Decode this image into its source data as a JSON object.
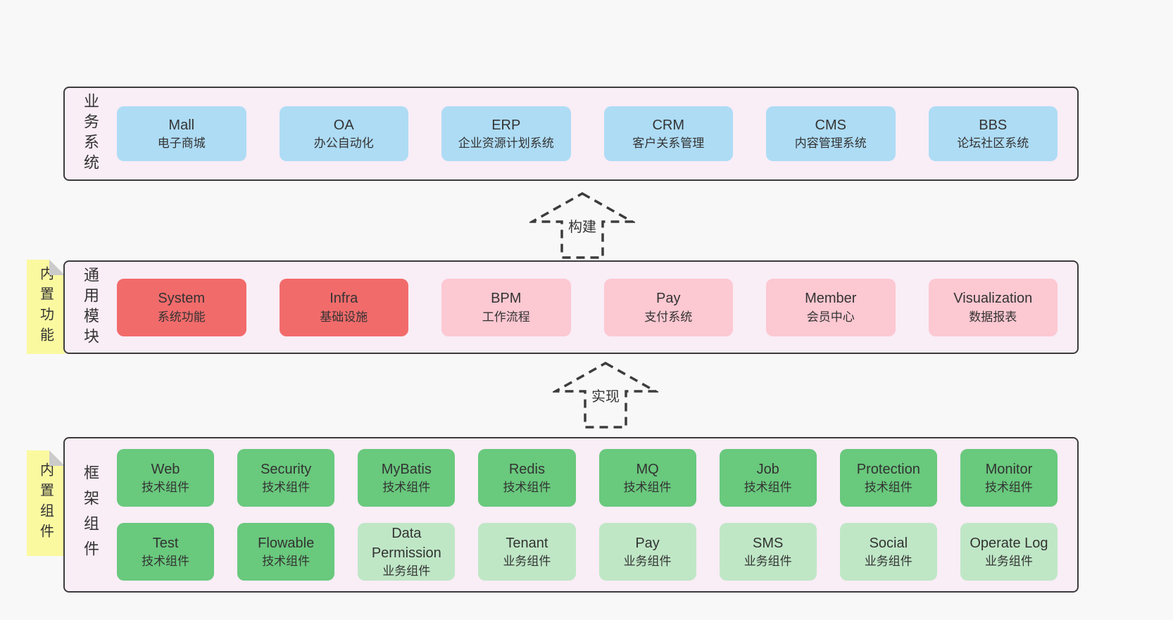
{
  "colors": {
    "page_bg": "#f8f8f8",
    "panel_bg": "#f9edf6",
    "panel_border": "#3c3c3c",
    "blue_box": "#aedcf5",
    "red_box": "#f26b6b",
    "pink_box": "#fcc8d2",
    "green_box": "#69c97d",
    "light_green_box": "#bfe7c6",
    "note_yellow": "#fbf9a0",
    "note_fold_gray": "#cbcbcb",
    "text": "#333333"
  },
  "arrows": {
    "build": "构建",
    "implement": "实现"
  },
  "notes": {
    "features": "内置功能",
    "components": "内置组件"
  },
  "layers": {
    "business": {
      "label": "业务系统",
      "boxes": [
        {
          "name": "Mall",
          "desc": "电子商城"
        },
        {
          "name": "OA",
          "desc": "办公自动化"
        },
        {
          "name": "ERP",
          "desc": "企业资源计划系统"
        },
        {
          "name": "CRM",
          "desc": "客户关系管理"
        },
        {
          "name": "CMS",
          "desc": "内容管理系统"
        },
        {
          "name": "BBS",
          "desc": "论坛社区系统"
        }
      ]
    },
    "modules": {
      "label": "通用模块",
      "boxes": [
        {
          "name": "System",
          "desc": "系统功能"
        },
        {
          "name": "Infra",
          "desc": "基础设施"
        },
        {
          "name": "BPM",
          "desc": "工作流程"
        },
        {
          "name": "Pay",
          "desc": "支付系统"
        },
        {
          "name": "Member",
          "desc": "会员中心"
        },
        {
          "name": "Visualization",
          "desc": "数据报表"
        }
      ]
    },
    "framework": {
      "label": "框架组件",
      "rows": [
        [
          {
            "name": "Web",
            "desc": "技术组件"
          },
          {
            "name": "Security",
            "desc": "技术组件"
          },
          {
            "name": "MyBatis",
            "desc": "技术组件"
          },
          {
            "name": "Redis",
            "desc": "技术组件"
          },
          {
            "name": "MQ",
            "desc": "技术组件"
          },
          {
            "name": "Job",
            "desc": "技术组件"
          },
          {
            "name": "Protection",
            "desc": "技术组件"
          },
          {
            "name": "Monitor",
            "desc": "技术组件"
          }
        ],
        [
          {
            "name": "Test",
            "desc": "技术组件"
          },
          {
            "name": "Flowable",
            "desc": "技术组件"
          },
          {
            "name": "Data Permission",
            "desc": "业务组件"
          },
          {
            "name": "Tenant",
            "desc": "业务组件"
          },
          {
            "name": "Pay",
            "desc": "业务组件"
          },
          {
            "name": "SMS",
            "desc": "业务组件"
          },
          {
            "name": "Social",
            "desc": "业务组件"
          },
          {
            "name": "Operate Log",
            "desc": "业务组件"
          }
        ]
      ]
    }
  }
}
